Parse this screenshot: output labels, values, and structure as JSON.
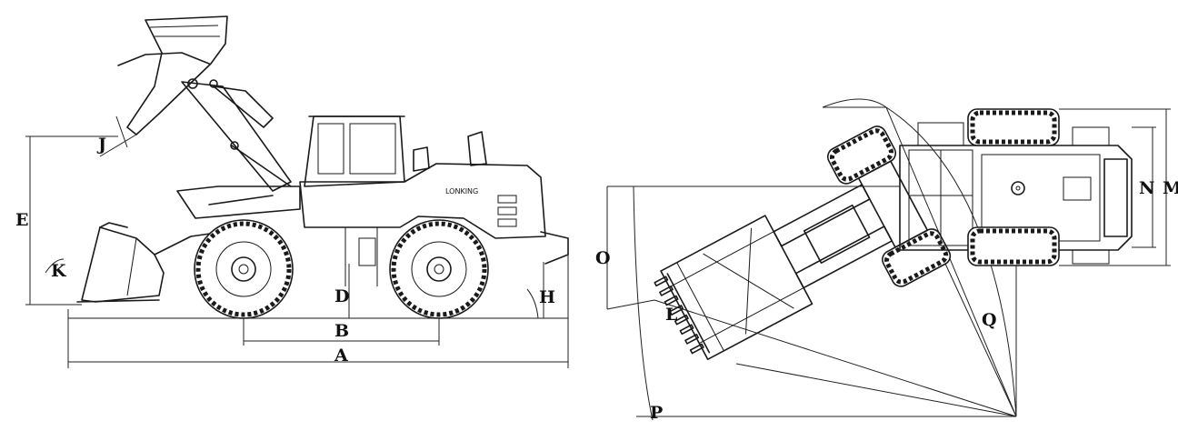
{
  "side_view": {
    "brand_text": "LONKING",
    "labels": {
      "A": "A",
      "B": "B",
      "D": "D",
      "E": "E",
      "H": "H",
      "J": "J",
      "K": "K"
    }
  },
  "top_view": {
    "labels": {
      "L": "L",
      "M": "M",
      "N": "N",
      "O": "O",
      "P": "P",
      "Q": "Q"
    }
  }
}
